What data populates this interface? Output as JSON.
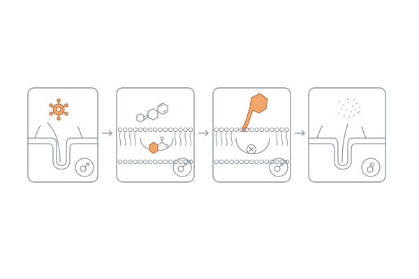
{
  "diagram": {
    "panels": [
      {
        "id": "panel-1",
        "icons": [
          "hair-follicle-icon",
          "germ-cell-icon",
          "male-symbol-icon"
        ]
      },
      {
        "id": "panel-2",
        "icons": [
          "cell-membrane-icon",
          "molecule-icon",
          "receptor-icon",
          "male-symbol-blocked-icon"
        ]
      },
      {
        "id": "panel-3",
        "icons": [
          "cell-membrane-icon",
          "key-icon",
          "blocked-receptor-icon",
          "male-symbol-blocked-icon"
        ]
      },
      {
        "id": "panel-4",
        "icons": [
          "hair-follicle-icon",
          "particles-icon",
          "female-symbol-icon"
        ]
      }
    ],
    "connectors": [
      "arrow-right-icon",
      "arrow-right-icon",
      "arrow-right-icon"
    ],
    "colors": {
      "stroke": "#8a949c",
      "accent": "#f2a66b",
      "accent_stroke": "#b46a3a",
      "background": "#ffffff"
    }
  }
}
